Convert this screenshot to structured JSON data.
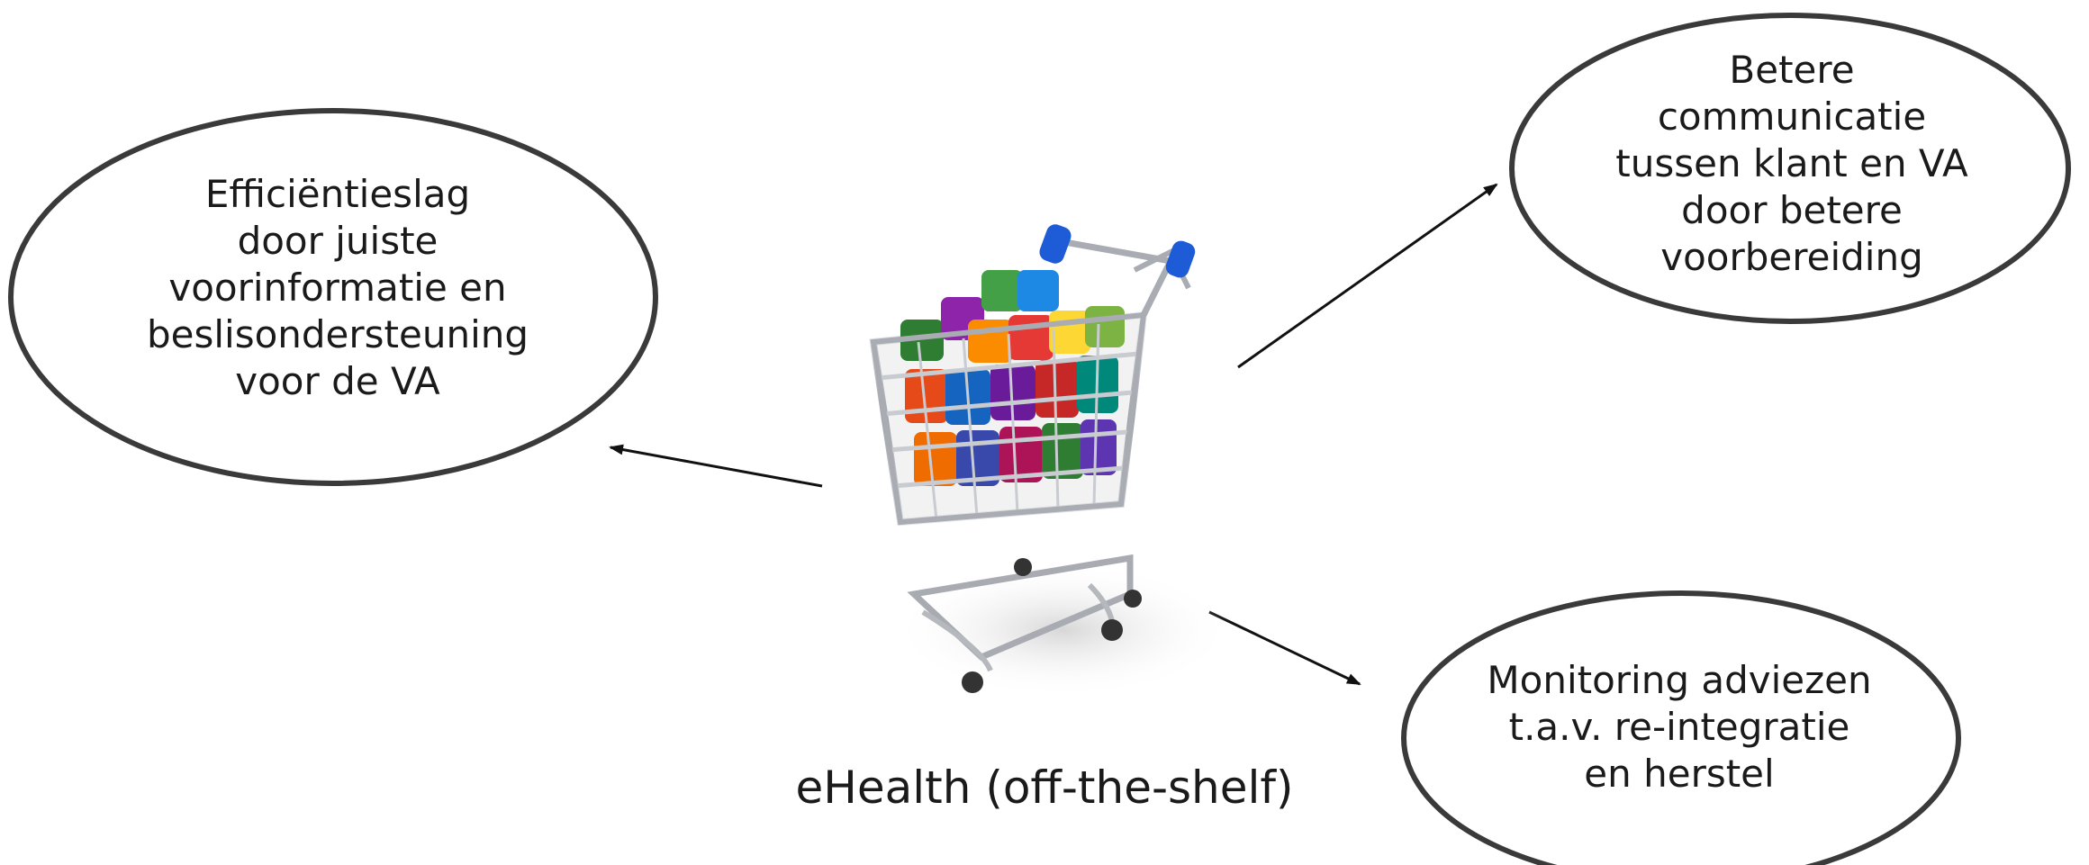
{
  "bubbles": {
    "left": {
      "lines": [
        "Efficiëntieslag",
        "door juiste",
        "voorinformatie en",
        "beslisondersteuning",
        "voor de VA"
      ]
    },
    "right": {
      "lines": [
        "Betere",
        "communicatie",
        "tussen klant en VA",
        "door betere",
        "voorbereiding"
      ]
    },
    "bottom": {
      "lines": [
        "Monitoring adviezen",
        "t.a.v. re-integratie",
        "en herstel"
      ]
    }
  },
  "center": {
    "caption": "eHealth (off-the-shelf)"
  },
  "colors": {
    "outline": "#3a3a3a",
    "arrow": "#111111",
    "cart_metal": "#b9bcc2"
  },
  "icons": [
    "shopping-cart-icon"
  ]
}
